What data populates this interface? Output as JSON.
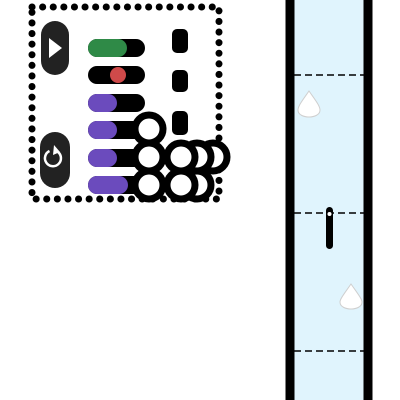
{
  "game": {
    "controls": {
      "play_icon": "play-triangle-icon",
      "restart_icon": "restart-arrow-icon"
    },
    "colors": {
      "background": "#ffffff",
      "track_fill": "#e0f4fd",
      "track_wall": "#000000",
      "toggle_green": "#2f8a47",
      "toggle_red": "#cf4a4a",
      "toggle_purple": "#6b4bbd",
      "drop": "#ffffff"
    },
    "toggles": [
      {
        "state": "green",
        "knob": "left"
      },
      {
        "state": "off",
        "knob": "red-center"
      },
      {
        "state": "purple",
        "knob": "left"
      },
      {
        "state": "purple",
        "knob": "left"
      },
      {
        "state": "purple",
        "knob": "left"
      },
      {
        "state": "purple",
        "knob": "left"
      }
    ],
    "track": {
      "segments": 4,
      "drops": 2,
      "plunger": 1
    }
  }
}
